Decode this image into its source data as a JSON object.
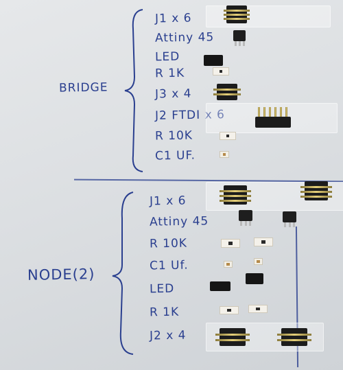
{
  "photo": {
    "groups": [
      {
        "label": "BRIDGE",
        "items": [
          "J1 x 6",
          "Attiny 45",
          "LED",
          "R 1K",
          "J3 x 4",
          "J2 FTDI x 6",
          "R 10K",
          "C1 UF."
        ]
      },
      {
        "label": "NODE(2)",
        "items": [
          "J1 x 6",
          "Attiny 45",
          "R 10K",
          "C1 Uf.",
          "LED",
          "R 1K",
          "J2 x 4"
        ]
      }
    ],
    "colors": {
      "ink": "#2a3f8f",
      "paper": "#e2e4e6",
      "component_black": "#1c1c1c",
      "pin_gold": "#d4b95a"
    }
  }
}
